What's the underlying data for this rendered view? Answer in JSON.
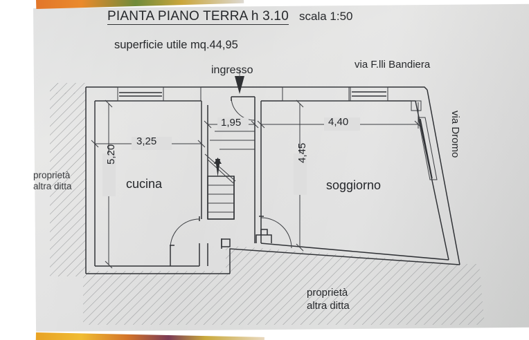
{
  "document": {
    "title_main": "PIANTA PIANO TERRA  h 3.10",
    "scale": "scala 1:50",
    "surface": "superficie utile mq.44,95"
  },
  "annotations": {
    "entrance": "ingresso",
    "street_north": "via F.lli Bandiera",
    "street_east": "via Dromo",
    "neighbor_west": "proprietà\naltra ditta",
    "neighbor_south": "proprietà\naltra ditta",
    "neighbor_west_line1": "proprietà",
    "neighbor_west_line2": "altra ditta",
    "neighbor_south_line1": "proprietà",
    "neighbor_south_line2": "altra ditta"
  },
  "rooms": [
    {
      "name": "cucina",
      "width": "3,25",
      "height": "5,20"
    },
    {
      "name": "soggiorno",
      "width": "4,40",
      "height": "4,45"
    }
  ],
  "room_labels": {
    "kitchen": "cucina",
    "living": "soggiorno"
  },
  "dimensions": {
    "kitchen_width": "3,25",
    "kitchen_height": "5,20",
    "hall_width": "1,95",
    "living_width": "4,40",
    "living_height": "4,45",
    "ceiling_height": "h 3.10",
    "total_area": "mq.44,95"
  },
  "colors": {
    "ink": "#2e3033",
    "paper": "#dedede",
    "hatch": "#9a9c9e"
  },
  "features": {
    "staircase": "stair-up",
    "entrance_arrow": "down-arrow",
    "doors": 3,
    "windows": 4
  }
}
